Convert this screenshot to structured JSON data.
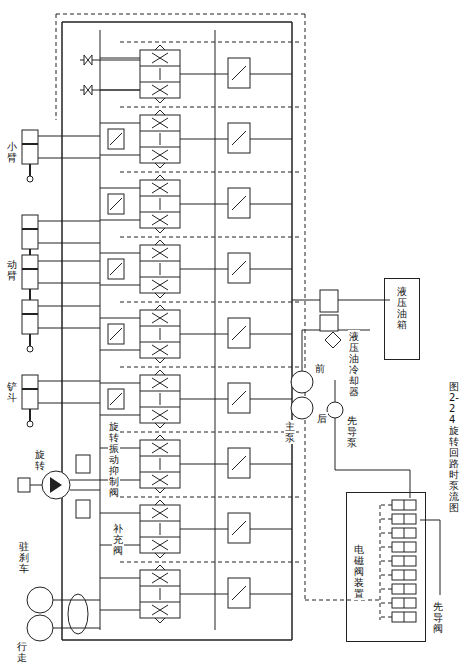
{
  "diagram": {
    "caption": "图 2-24 旋转回路时泵流图",
    "nodes": [
      {
        "text": [
          "液压油箱"
        ]
      },
      {
        "text": [
          "电磁阀装置"
        ]
      }
    ],
    "labels": [
      "小臂",
      "动臂",
      "铲斗",
      "旋转",
      "旋转振动抑制阀",
      "补充阀",
      "驻刹车",
      "行走",
      "主泵",
      "前",
      "后",
      "先导泵",
      "液压油冷却器",
      "先导阀"
    ]
  }
}
